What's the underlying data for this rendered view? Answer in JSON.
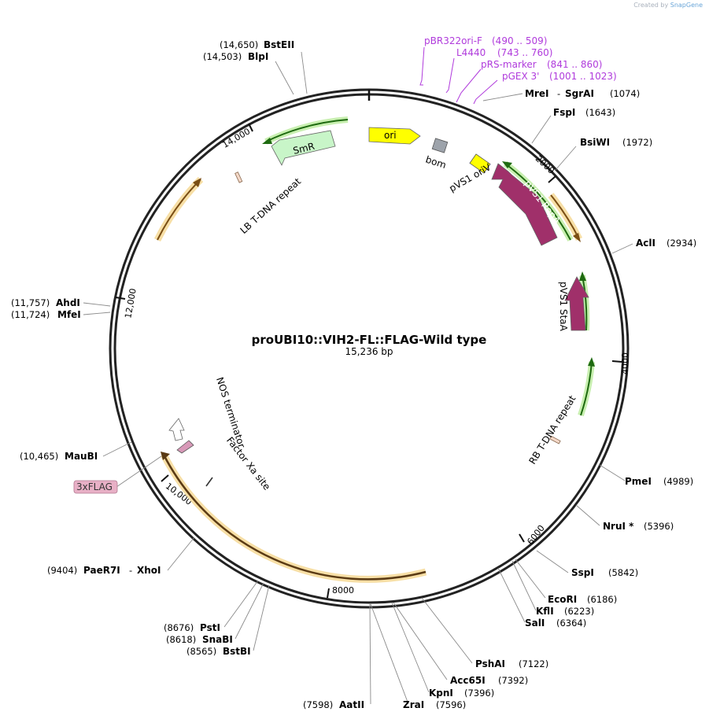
{
  "branding": {
    "created_by": "Created by",
    "product": "SnapGene"
  },
  "plasmid": {
    "name": "proUBI10::VIH2-FL::FLAG-Wild type",
    "length_label": "15,236 bp",
    "length": 15236
  },
  "colors": {
    "ori": "#ffff00",
    "smr": "#c8f5c8",
    "repa": "#a0306a",
    "staa": "#a0306a",
    "origin_orange": "#f0b045",
    "green_arc": "#5cc030",
    "primer": "#b03bdc",
    "bom": "#9da3ab",
    "flag": "#e8b0c6"
  },
  "ticks": [
    {
      "label": "2000"
    },
    {
      "label": "4000"
    },
    {
      "label": "6000"
    },
    {
      "label": "8000"
    },
    {
      "label": "10,000"
    },
    {
      "label": "12,000"
    },
    {
      "label": "14,000"
    }
  ],
  "enzymes": [
    {
      "name": "BstEII",
      "pos": "(14,650)"
    },
    {
      "name": "BlpI",
      "pos": "(14,503)"
    },
    {
      "name": "MreI",
      "sep": "-",
      "name2": "SgrAI",
      "pos": "(1074)"
    },
    {
      "name": "FspI",
      "pos": "(1643)"
    },
    {
      "name": "BsiWI",
      "pos": "(1972)"
    },
    {
      "name": "AclI",
      "pos": "(2934)"
    },
    {
      "name": "AhdI",
      "pos": "(11,757)"
    },
    {
      "name": "MfeI",
      "pos": "(11,724)"
    },
    {
      "name": "MauBI",
      "pos": "(10,465)"
    },
    {
      "name": "PmeI",
      "pos": "(4989)"
    },
    {
      "name": "NruI *",
      "pos": "(5396)"
    },
    {
      "name": "SspI",
      "pos": "(5842)"
    },
    {
      "name": "EcoRI",
      "pos": "(6186)"
    },
    {
      "name": "KflI",
      "pos": "(6223)"
    },
    {
      "name": "SalI",
      "pos": "(6364)"
    },
    {
      "name": "PaeR7I",
      "sep": "-",
      "name2": "XhoI",
      "pos": "(9404)"
    },
    {
      "name": "PstI",
      "pos": "(8676)"
    },
    {
      "name": "SnaBI",
      "pos": "(8618)"
    },
    {
      "name": "BstBI",
      "pos": "(8565)"
    },
    {
      "name": "PshAI",
      "pos": "(7122)"
    },
    {
      "name": "Acc65I",
      "pos": "(7392)"
    },
    {
      "name": "KpnI",
      "pos": "(7396)"
    },
    {
      "name": "ZraI",
      "pos": "(7596)"
    },
    {
      "name": "AatII",
      "pos": "(7598)"
    }
  ],
  "primers": [
    {
      "name": "pBR322ori-F",
      "range": "(490 .. 509)"
    },
    {
      "name": "L4440",
      "range": "(743 .. 760)"
    },
    {
      "name": "pRS-marker",
      "range": "(841 .. 860)"
    },
    {
      "name": "pGEX 3'",
      "range": "(1001 .. 1023)"
    }
  ],
  "features": {
    "ori": "ori",
    "bom": "bom",
    "pvs1_oriv": "pVS1 oriV",
    "pvs1_repa": "pVS1 RepA",
    "pvs1_staa": "pVS1 StaA",
    "smr": "SmR",
    "lb": "LB T-DNA repeat",
    "rb": "RB T-DNA repeat",
    "nos": "NOS terminator",
    "factor_xa": "Factor Xa site",
    "flag": "3xFLAG"
  }
}
